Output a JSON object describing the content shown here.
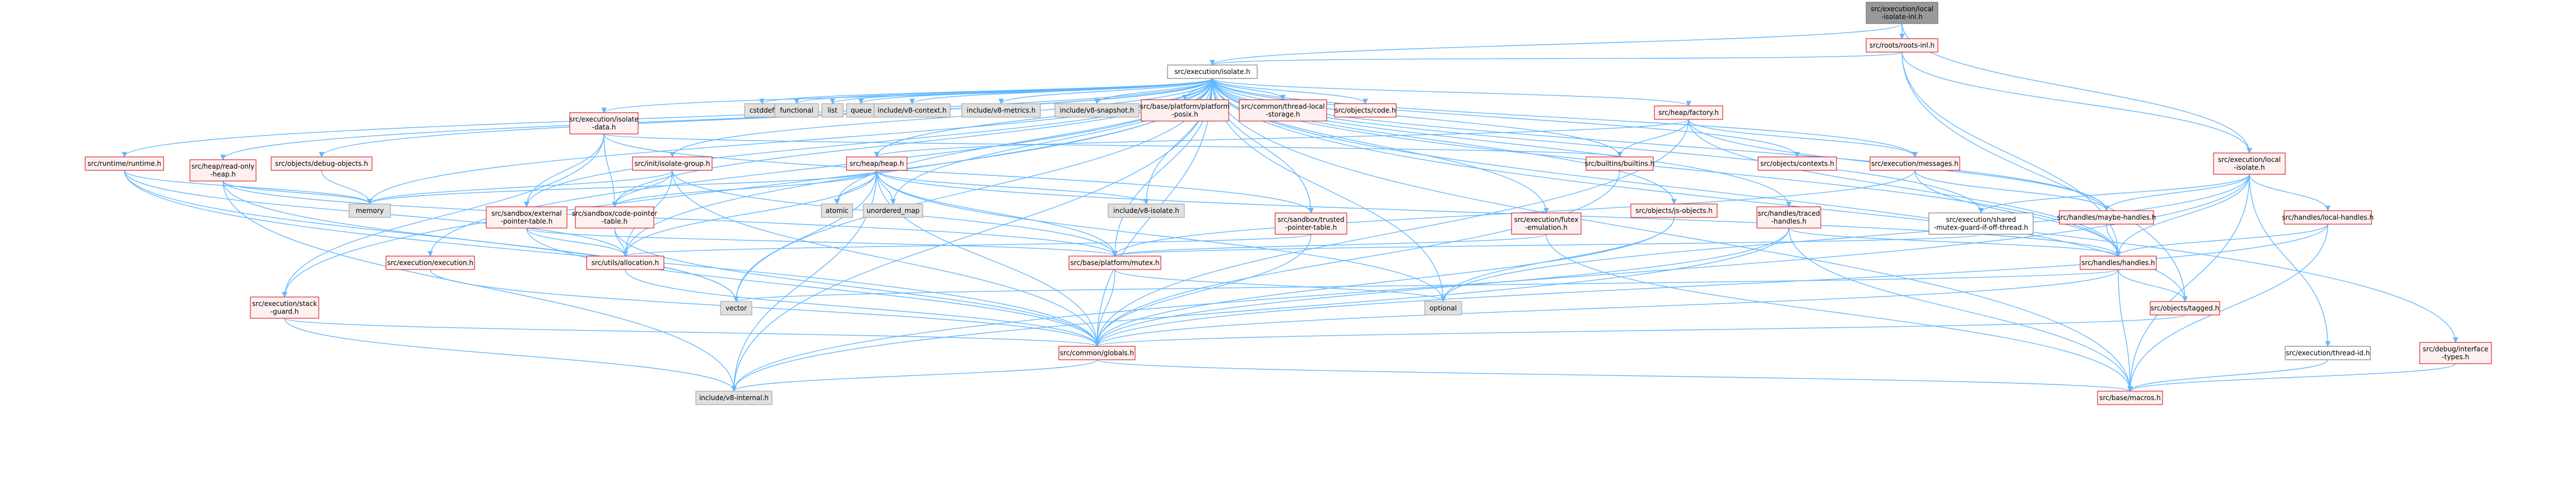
{
  "diagram": {
    "palette": {
      "root_fill": "#999999",
      "root_stroke": "#666666",
      "red_fill": "#fff0f0",
      "red_stroke": "#cc0000",
      "gray_fill": "#e0e0e0",
      "gray_stroke": "#999999",
      "plain_fill": "#ffffff",
      "plain_stroke": "#666666",
      "edge_color": "#63b8ff",
      "text_color": "#000000"
    },
    "nodes": [
      {
        "id": "root",
        "lines": [
          "src/execution/local",
          "-isolate-inl.h"
        ],
        "style": "root"
      },
      {
        "id": "roots_inl",
        "lines": [
          "src/roots/roots-inl.h"
        ],
        "style": "red"
      },
      {
        "id": "isolate_h",
        "lines": [
          "src/execution/isolate.h"
        ],
        "style": "plain"
      },
      {
        "id": "cstddef",
        "lines": [
          "cstddef"
        ],
        "style": "gray"
      },
      {
        "id": "functional",
        "lines": [
          "functional"
        ],
        "style": "gray"
      },
      {
        "id": "list",
        "lines": [
          "list"
        ],
        "style": "gray"
      },
      {
        "id": "queue",
        "lines": [
          "queue"
        ],
        "style": "gray"
      },
      {
        "id": "v8_context",
        "lines": [
          "include/v8-context.h"
        ],
        "style": "gray"
      },
      {
        "id": "v8_metrics",
        "lines": [
          "include/v8-metrics.h"
        ],
        "style": "gray"
      },
      {
        "id": "v8_snapshot",
        "lines": [
          "include/v8-snapshot.h"
        ],
        "style": "gray"
      },
      {
        "id": "platform_posix",
        "lines": [
          "src/base/platform/platform",
          "-posix.h"
        ],
        "style": "red"
      },
      {
        "id": "thread_local",
        "lines": [
          "src/common/thread-local",
          "-storage.h"
        ],
        "style": "red"
      },
      {
        "id": "code_h",
        "lines": [
          "src/objects/code.h"
        ],
        "style": "red"
      },
      {
        "id": "isolate_data",
        "lines": [
          "src/execution/isolate",
          "-data.h"
        ],
        "style": "red"
      },
      {
        "id": "init_isolate_group",
        "lines": [
          "src/init/isolate-group.h"
        ],
        "style": "red"
      },
      {
        "id": "heap_factory",
        "lines": [
          "src/heap/factory.h"
        ],
        "style": "red"
      },
      {
        "id": "builtins",
        "lines": [
          "src/builtins/builtins.h"
        ],
        "style": "red"
      },
      {
        "id": "contexts",
        "lines": [
          "src/objects/contexts.h"
        ],
        "style": "red"
      },
      {
        "id": "messages",
        "lines": [
          "src/execution/messages.h"
        ],
        "style": "red"
      },
      {
        "id": "local_isolate",
        "lines": [
          "src/execution/local",
          "-isolate.h"
        ],
        "style": "red"
      },
      {
        "id": "runtime",
        "lines": [
          "src/runtime/runtime.h"
        ],
        "style": "red"
      },
      {
        "id": "read_only_heap",
        "lines": [
          "src/heap/read-only",
          "-heap.h"
        ],
        "style": "red"
      },
      {
        "id": "debug_objects",
        "lines": [
          "src/objects/debug-objects.h"
        ],
        "style": "red"
      },
      {
        "id": "memory",
        "lines": [
          "memory"
        ],
        "style": "gray"
      },
      {
        "id": "heap_h",
        "lines": [
          "src/heap/heap.h"
        ],
        "style": "red"
      },
      {
        "id": "atomic",
        "lines": [
          "atomic"
        ],
        "style": "gray"
      },
      {
        "id": "unordered_map",
        "lines": [
          "unordered_map"
        ],
        "style": "gray"
      },
      {
        "id": "v8_isolate",
        "lines": [
          "include/v8-isolate.h"
        ],
        "style": "gray"
      },
      {
        "id": "ext_pointer_table",
        "lines": [
          "src/sandbox/external",
          "-pointer-table.h"
        ],
        "style": "red"
      },
      {
        "id": "code_pointer_table",
        "lines": [
          "src/sandbox/code-pointer",
          "-table.h"
        ],
        "style": "red"
      },
      {
        "id": "trusted_pointer_table",
        "lines": [
          "src/sandbox/trusted",
          "-pointer-table.h"
        ],
        "style": "red"
      },
      {
        "id": "futex",
        "lines": [
          "src/execution/futex",
          "-emulation.h"
        ],
        "style": "red"
      },
      {
        "id": "js_objects",
        "lines": [
          "src/objects/js-objects.h"
        ],
        "style": "red"
      },
      {
        "id": "traced_handles",
        "lines": [
          "src/handles/traced",
          "-handles.h"
        ],
        "style": "red"
      },
      {
        "id": "shared_mutex",
        "lines": [
          "src/execution/shared",
          "-mutex-guard-if-off-thread.h"
        ],
        "style": "plain"
      },
      {
        "id": "maybe_handles",
        "lines": [
          "src/handles/maybe-handles.h"
        ],
        "style": "red"
      },
      {
        "id": "local_handles",
        "lines": [
          "src/handles/local-handles.h"
        ],
        "style": "red"
      },
      {
        "id": "execution_h",
        "lines": [
          "src/execution/execution.h"
        ],
        "style": "red"
      },
      {
        "id": "allocation",
        "lines": [
          "src/utils/allocation.h"
        ],
        "style": "red"
      },
      {
        "id": "mutex_h",
        "lines": [
          "src/base/platform/mutex.h"
        ],
        "style": "red"
      },
      {
        "id": "handles_h",
        "lines": [
          "src/handles/handles.h"
        ],
        "style": "red"
      },
      {
        "id": "stack_guard",
        "lines": [
          "src/execution/stack",
          "-guard.h"
        ],
        "style": "red"
      },
      {
        "id": "vector",
        "lines": [
          "vector"
        ],
        "style": "gray"
      },
      {
        "id": "optional",
        "lines": [
          "optional"
        ],
        "style": "gray"
      },
      {
        "id": "tagged_h",
        "lines": [
          "src/objects/tagged.h"
        ],
        "style": "red"
      },
      {
        "id": "globals_h",
        "lines": [
          "src/common/globals.h"
        ],
        "style": "red"
      },
      {
        "id": "thread_id",
        "lines": [
          "src/execution/thread-id.h"
        ],
        "style": "plain"
      },
      {
        "id": "interface_types",
        "lines": [
          "src/debug/interface",
          "-types.h"
        ],
        "style": "red"
      },
      {
        "id": "v8_internal",
        "lines": [
          "include/v8-internal.h"
        ],
        "style": "gray"
      },
      {
        "id": "macros_h",
        "lines": [
          "src/base/macros.h"
        ],
        "style": "red"
      }
    ],
    "edges": [
      [
        "root",
        "roots_inl"
      ],
      [
        "root",
        "isolate_h"
      ],
      [
        "root",
        "local_isolate"
      ],
      [
        "roots_inl",
        "isolate_h"
      ],
      [
        "roots_inl",
        "local_isolate"
      ],
      [
        "roots_inl",
        "handles_h"
      ],
      [
        "roots_inl",
        "tagged_h"
      ],
      [
        "isolate_h",
        "cstddef"
      ],
      [
        "isolate_h",
        "functional"
      ],
      [
        "isolate_h",
        "list"
      ],
      [
        "isolate_h",
        "queue"
      ],
      [
        "isolate_h",
        "v8_context"
      ],
      [
        "isolate_h",
        "v8_metrics"
      ],
      [
        "isolate_h",
        "v8_snapshot"
      ],
      [
        "isolate_h",
        "platform_posix"
      ],
      [
        "isolate_h",
        "thread_local"
      ],
      [
        "isolate_h",
        "code_h"
      ],
      [
        "isolate_h",
        "isolate_data"
      ],
      [
        "isolate_h",
        "init_isolate_group"
      ],
      [
        "isolate_h",
        "heap_factory"
      ],
      [
        "isolate_h",
        "builtins"
      ],
      [
        "isolate_h",
        "contexts"
      ],
      [
        "isolate_h",
        "messages"
      ],
      [
        "isolate_h",
        "runtime"
      ],
      [
        "isolate_h",
        "read_only_heap"
      ],
      [
        "isolate_h",
        "debug_objects"
      ],
      [
        "isolate_h",
        "memory"
      ],
      [
        "isolate_h",
        "heap_h"
      ],
      [
        "isolate_h",
        "atomic"
      ],
      [
        "isolate_h",
        "unordered_map"
      ],
      [
        "isolate_h",
        "v8_isolate"
      ],
      [
        "isolate_h",
        "ext_pointer_table"
      ],
      [
        "isolate_h",
        "code_pointer_table"
      ],
      [
        "isolate_h",
        "trusted_pointer_table"
      ],
      [
        "isolate_h",
        "futex"
      ],
      [
        "isolate_h",
        "js_objects"
      ],
      [
        "isolate_h",
        "traced_handles"
      ],
      [
        "isolate_h",
        "shared_mutex"
      ],
      [
        "isolate_h",
        "maybe_handles"
      ],
      [
        "isolate_h",
        "execution_h"
      ],
      [
        "isolate_h",
        "allocation"
      ],
      [
        "isolate_h",
        "mutex_h"
      ],
      [
        "isolate_h",
        "handles_h"
      ],
      [
        "isolate_h",
        "stack_guard"
      ],
      [
        "isolate_h",
        "vector"
      ],
      [
        "isolate_h",
        "optional"
      ],
      [
        "isolate_h",
        "tagged_h"
      ],
      [
        "isolate_h",
        "globals_h"
      ],
      [
        "isolate_h",
        "interface_types"
      ],
      [
        "isolate_h",
        "v8_internal"
      ],
      [
        "isolate_h",
        "macros_h"
      ],
      [
        "isolate_data",
        "builtins"
      ],
      [
        "isolate_data",
        "ext_pointer_table"
      ],
      [
        "isolate_data",
        "code_pointer_table"
      ],
      [
        "isolate_data",
        "trusted_pointer_table"
      ],
      [
        "isolate_data",
        "stack_guard"
      ],
      [
        "init_isolate_group",
        "memory"
      ],
      [
        "init_isolate_group",
        "code_pointer_table"
      ],
      [
        "init_isolate_group",
        "mutex_h"
      ],
      [
        "init_isolate_group",
        "allocation"
      ],
      [
        "init_isolate_group",
        "globals_h"
      ],
      [
        "heap_factory",
        "heap_h"
      ],
      [
        "heap_factory",
        "builtins"
      ],
      [
        "heap_factory",
        "messages"
      ],
      [
        "heap_factory",
        "maybe_handles"
      ],
      [
        "heap_factory",
        "handles_h"
      ],
      [
        "heap_factory",
        "globals_h"
      ],
      [
        "builtins",
        "globals_h"
      ],
      [
        "messages",
        "maybe_handles"
      ],
      [
        "messages",
        "handles_h"
      ],
      [
        "messages",
        "mutex_h"
      ],
      [
        "local_isolate",
        "local_handles"
      ],
      [
        "local_isolate",
        "shared_mutex"
      ],
      [
        "local_isolate",
        "maybe_handles"
      ],
      [
        "local_isolate",
        "handles_h"
      ],
      [
        "local_isolate",
        "thread_id"
      ],
      [
        "local_isolate",
        "optional"
      ],
      [
        "local_isolate",
        "macros_h"
      ],
      [
        "local_isolate",
        "v8_internal"
      ],
      [
        "runtime",
        "memory"
      ],
      [
        "runtime",
        "allocation"
      ],
      [
        "runtime",
        "vector"
      ],
      [
        "runtime",
        "globals_h"
      ],
      [
        "read_only_heap",
        "memory"
      ],
      [
        "read_only_heap",
        "mutex_h"
      ],
      [
        "read_only_heap",
        "v8_internal"
      ],
      [
        "read_only_heap",
        "vector"
      ],
      [
        "debug_objects",
        "memory"
      ],
      [
        "heap_h",
        "memory"
      ],
      [
        "heap_h",
        "atomic"
      ],
      [
        "heap_h",
        "unordered_map"
      ],
      [
        "heap_h",
        "v8_isolate"
      ],
      [
        "heap_h",
        "code_pointer_table"
      ],
      [
        "heap_h",
        "allocation"
      ],
      [
        "heap_h",
        "mutex_h"
      ],
      [
        "heap_h",
        "vector"
      ],
      [
        "heap_h",
        "optional"
      ],
      [
        "heap_h",
        "globals_h"
      ],
      [
        "heap_h",
        "v8_internal"
      ],
      [
        "heap_h",
        "handles_h"
      ],
      [
        "ext_pointer_table",
        "allocation"
      ],
      [
        "ext_pointer_table",
        "mutex_h"
      ],
      [
        "ext_pointer_table",
        "globals_h"
      ],
      [
        "code_pointer_table",
        "allocation"
      ],
      [
        "code_pointer_table",
        "globals_h"
      ],
      [
        "trusted_pointer_table",
        "allocation"
      ],
      [
        "trusted_pointer_table",
        "globals_h"
      ],
      [
        "futex",
        "mutex_h"
      ],
      [
        "futex",
        "macros_h"
      ],
      [
        "js_objects",
        "optional"
      ],
      [
        "js_objects",
        "globals_h"
      ],
      [
        "traced_handles",
        "handles_h"
      ],
      [
        "traced_handles",
        "globals_h"
      ],
      [
        "traced_handles",
        "v8_internal"
      ],
      [
        "traced_handles",
        "macros_h"
      ],
      [
        "shared_mutex",
        "mutex_h"
      ],
      [
        "maybe_handles",
        "handles_h"
      ],
      [
        "local_handles",
        "handles_h"
      ],
      [
        "local_handles",
        "globals_h"
      ],
      [
        "local_handles",
        "macros_h"
      ],
      [
        "execution_h",
        "globals_h"
      ],
      [
        "allocation",
        "globals_h"
      ],
      [
        "mutex_h",
        "optional"
      ],
      [
        "mutex_h",
        "globals_h"
      ],
      [
        "handles_h",
        "vector"
      ],
      [
        "handles_h",
        "tagged_h"
      ],
      [
        "handles_h",
        "globals_h"
      ],
      [
        "handles_h",
        "macros_h"
      ],
      [
        "stack_guard",
        "globals_h"
      ],
      [
        "stack_guard",
        "v8_internal"
      ],
      [
        "tagged_h",
        "globals_h"
      ],
      [
        "globals_h",
        "v8_internal"
      ],
      [
        "globals_h",
        "macros_h"
      ],
      [
        "thread_id",
        "macros_h"
      ],
      [
        "interface_types",
        "macros_h"
      ]
    ]
  }
}
